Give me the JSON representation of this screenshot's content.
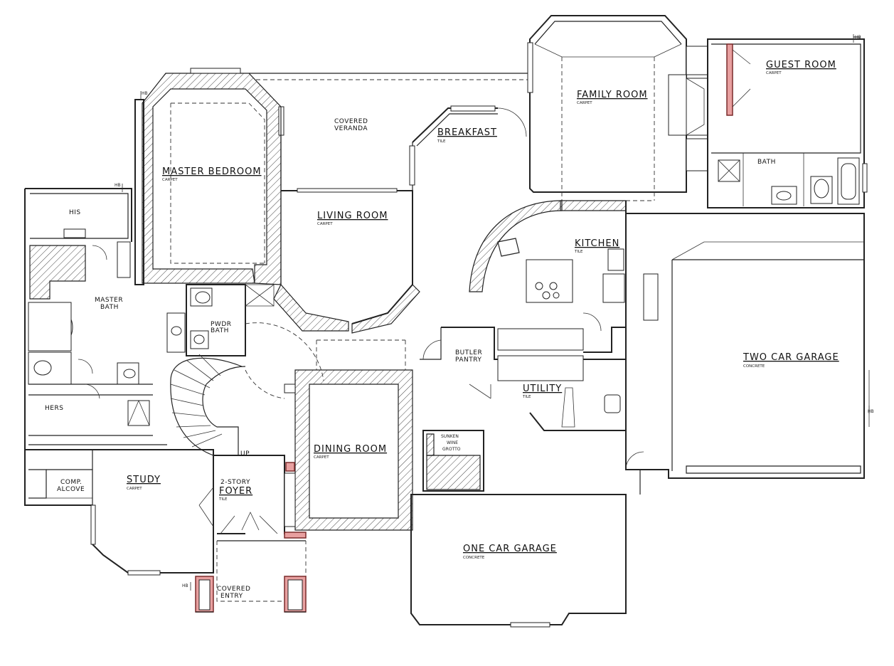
{
  "rooms": [
    {
      "name": "MASTER BEDROOM",
      "floor": "CARPET"
    },
    {
      "name": "LIVING ROOM",
      "floor": "CARPET"
    },
    {
      "name": "FAMILY ROOM",
      "floor": "CARPET"
    },
    {
      "name": "GUEST ROOM",
      "floor": "CARPET"
    },
    {
      "name": "BREAKFAST",
      "floor": "TILE"
    },
    {
      "name": "KITCHEN",
      "floor": "TILE"
    },
    {
      "name": "TWO CAR GARAGE",
      "floor": "CONCRETE"
    },
    {
      "name": "DINING ROOM",
      "floor": "CARPET"
    },
    {
      "name": "UTILITY",
      "floor": "TILE"
    },
    {
      "name": "STUDY",
      "floor": "CARPET"
    },
    {
      "name": "ONE CAR GARAGE",
      "floor": "CONCRETE"
    }
  ],
  "labels": {
    "veranda_1": "COVERED",
    "veranda_2": "VERANDA",
    "his": "HIS",
    "hers": "HERS",
    "master_bath_1": "MASTER",
    "master_bath_2": "BATH",
    "powder_bath_1": "PWDR",
    "powder_bath_2": "BATH",
    "bath": "BATH",
    "butler_pantry_1": "BUTLER",
    "butler_pantry_2": "PANTRY",
    "sunken_grotto_1": "SUNKEN",
    "sunken_grotto_2": "WINE",
    "sunken_grotto_3": "GROTTO",
    "comp_alcove_1": "COMP.",
    "comp_alcove_2": "ALCOVE",
    "foyer_1": "2-STORY",
    "foyer_2": "FOYER",
    "foyer_floor": "TILE",
    "covered_entry_1": "COVERED",
    "covered_entry_2": "ENTRY",
    "stair_up": "UP",
    "hose_bib": "HB"
  }
}
